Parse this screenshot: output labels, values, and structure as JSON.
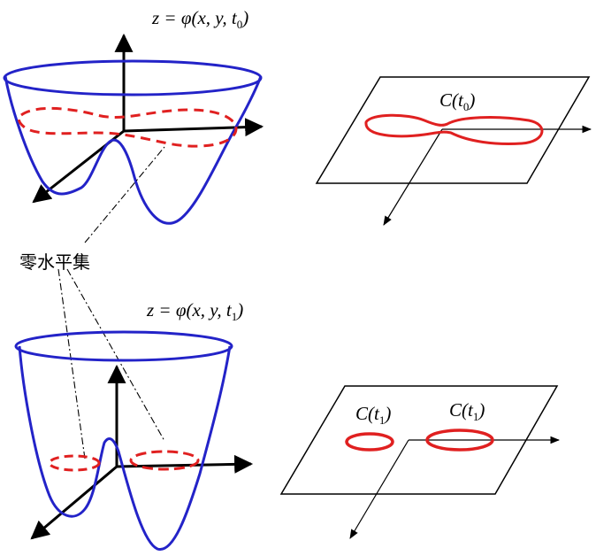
{
  "labels": {
    "top_equation": {
      "main": "z = φ(x, y, t",
      "sub": "0",
      "close": ")"
    },
    "bottom_equation": {
      "main": "z = φ(x, y, t",
      "sub": "1",
      "close": ")"
    },
    "zero_level_set": "零水平集",
    "curve_top": {
      "main": "C(t",
      "sub": "0",
      "close": ")"
    },
    "curve_bottom_left": {
      "main": "C(t",
      "sub": "1",
      "close": ")"
    },
    "curve_bottom_right": {
      "main": "C(t",
      "sub": "1",
      "close": ")"
    }
  },
  "colors": {
    "surface": "#2323c8",
    "level_set": "#e02020",
    "axis": "#000000"
  }
}
